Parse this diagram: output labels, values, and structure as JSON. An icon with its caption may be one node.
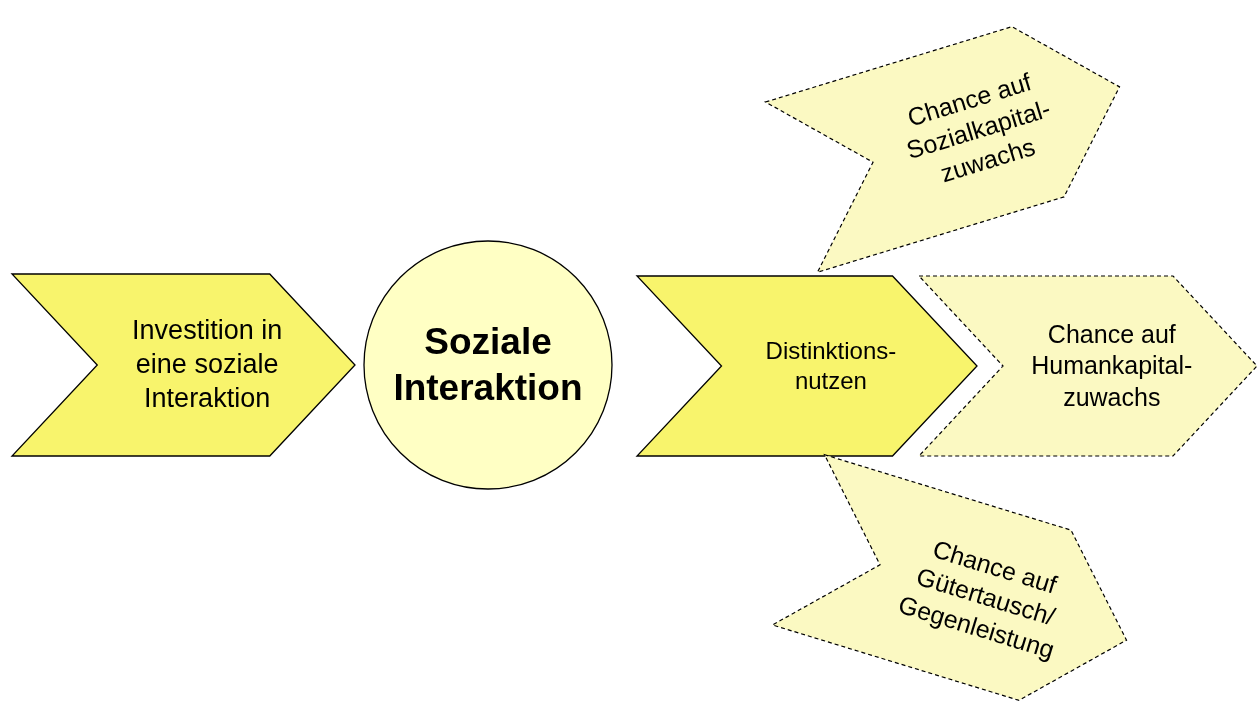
{
  "diagram": {
    "nodes": [
      {
        "text": [
          "Investition in eine soziale Interaktion"
        ]
      },
      {
        "text": [
          "Soziale Interaktion"
        ]
      },
      {
        "text": [
          "Distinktions- nutzen"
        ]
      },
      {
        "text": [
          "Chance auf Sozialkapital- zuwachs"
        ]
      },
      {
        "text": [
          "Chance auf Humankapital- zuwachs"
        ]
      },
      {
        "text": [
          "Chance auf Gütertausch/ Gegenleistung"
        ]
      }
    ]
  }
}
